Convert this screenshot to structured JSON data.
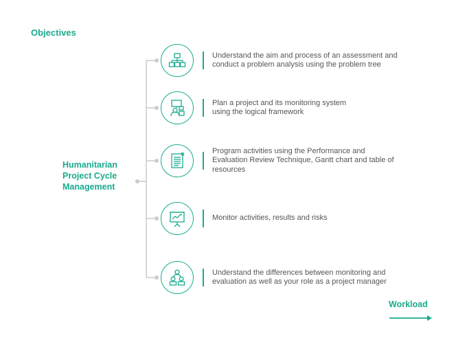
{
  "heading": "Objectives",
  "program": {
    "title_lines": [
      "Humanitarian",
      "Project Cycle",
      "Management"
    ]
  },
  "objectives": [
    {
      "icon": "hierarchy-icon",
      "lines": [
        "Understand the aim and process of an assessment and",
        "conduct a problem analysis using the problem tree"
      ]
    },
    {
      "icon": "planning-icon",
      "lines": [
        "Plan a project and its monitoring system",
        "using the logical framework"
      ]
    },
    {
      "icon": "document-icon",
      "lines": [
        "Program activities using the Performance and",
        "Evaluation Review Technique, Gantt chart and table of",
        "resources"
      ]
    },
    {
      "icon": "presentation-chart-icon",
      "lines": [
        "Monitor activities, results and risks"
      ]
    },
    {
      "icon": "team-icon",
      "lines": [
        "Understand the differences between monitoring and",
        "evaluation as well as your role as a project manager"
      ]
    }
  ],
  "workload": {
    "label": "Workload"
  },
  "colors": {
    "accent": "#1aaa8f",
    "connector": "#cccccc",
    "text": "#555555"
  }
}
